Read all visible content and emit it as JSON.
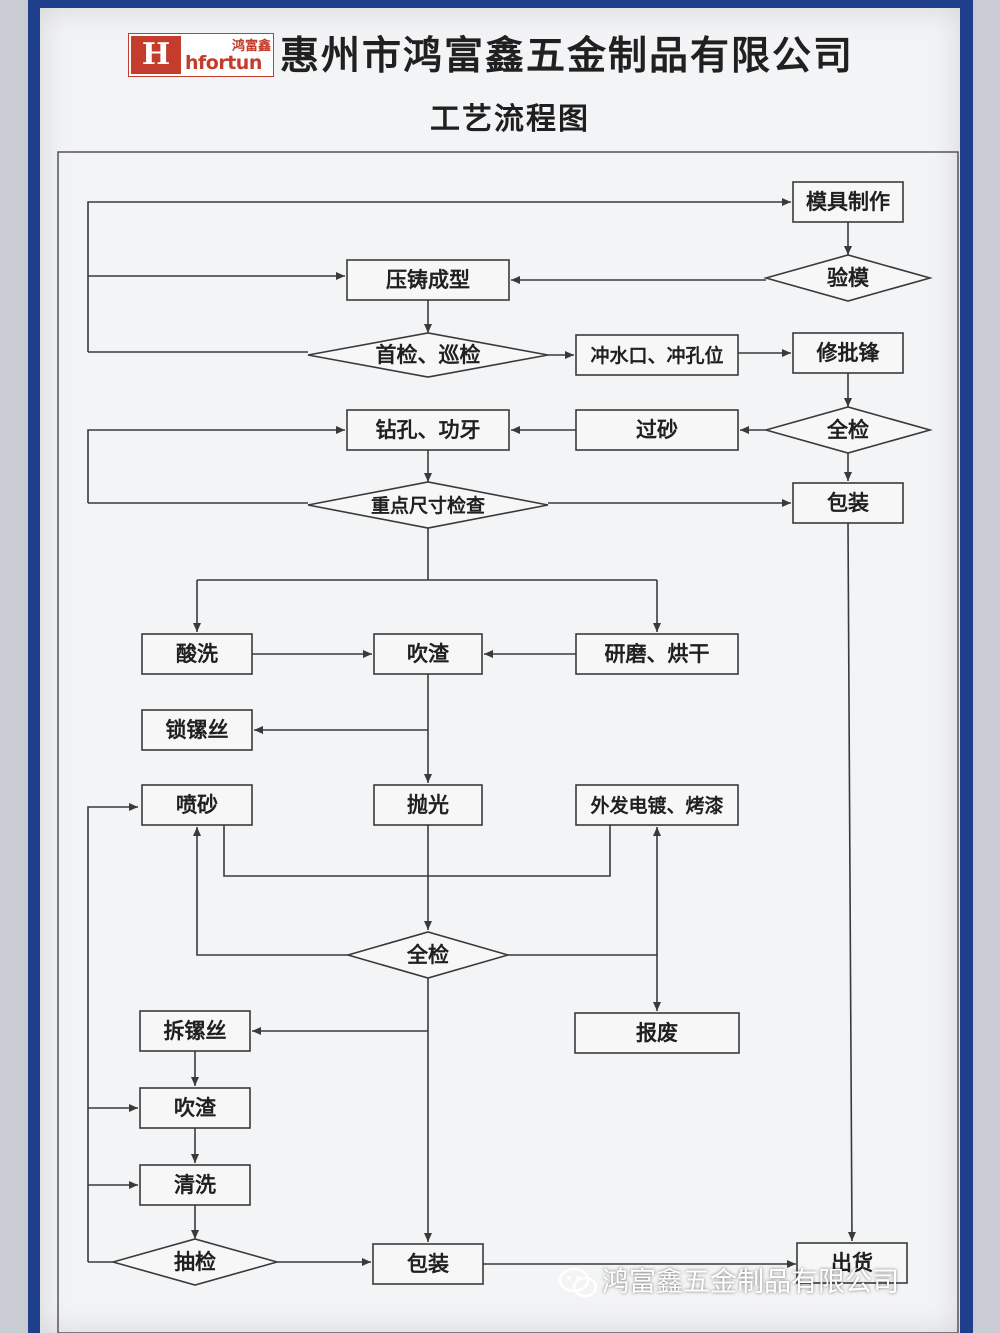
{
  "header": {
    "logo_cn": "鸿富鑫",
    "logo_en": "hfortun",
    "logo_mark": "H",
    "company": "惠州市鸿富鑫五金制品有限公司",
    "title": "工艺流程图"
  },
  "watermark": "鸿富鑫五金制品有限公司",
  "colors": {
    "frame": "#1f3e8c",
    "board": "#f3f4f5",
    "logo": "#c43c2c",
    "line": "#3a3a3a"
  },
  "nodes": [
    {
      "id": "mold_make",
      "label": "模具制作",
      "shape": "rect"
    },
    {
      "id": "mold_check",
      "label": "验模",
      "shape": "diamond"
    },
    {
      "id": "die_cast",
      "label": "压铸成型",
      "shape": "rect"
    },
    {
      "id": "first_check",
      "label": "首检、巡检",
      "shape": "diamond"
    },
    {
      "id": "punch",
      "label": "冲水口、冲孔位",
      "shape": "rect"
    },
    {
      "id": "trim",
      "label": "修批锋",
      "shape": "rect"
    },
    {
      "id": "drill",
      "label": "钻孔、功牙",
      "shape": "rect"
    },
    {
      "id": "sand1",
      "label": "过砂",
      "shape": "rect"
    },
    {
      "id": "full_check1",
      "label": "全检",
      "shape": "diamond"
    },
    {
      "id": "key_dim",
      "label": "重点尺寸检查",
      "shape": "diamond"
    },
    {
      "id": "pack1",
      "label": "包装",
      "shape": "rect"
    },
    {
      "id": "pickle",
      "label": "酸洗",
      "shape": "rect"
    },
    {
      "id": "blow1",
      "label": "吹渣",
      "shape": "rect"
    },
    {
      "id": "grind",
      "label": "研磨、烘干",
      "shape": "rect"
    },
    {
      "id": "lock_screw",
      "label": "锁镙丝",
      "shape": "rect"
    },
    {
      "id": "sandblast",
      "label": "喷砂",
      "shape": "rect"
    },
    {
      "id": "polish",
      "label": "抛光",
      "shape": "rect"
    },
    {
      "id": "plating",
      "label": "外发电镀、烤漆",
      "shape": "rect"
    },
    {
      "id": "full_check2",
      "label": "全检",
      "shape": "diamond"
    },
    {
      "id": "remove_screw",
      "label": "拆镙丝",
      "shape": "rect"
    },
    {
      "id": "scrap",
      "label": "报废",
      "shape": "rect"
    },
    {
      "id": "blow2",
      "label": "吹渣",
      "shape": "rect"
    },
    {
      "id": "wash",
      "label": "清洗",
      "shape": "rect"
    },
    {
      "id": "sample",
      "label": "抽检",
      "shape": "diamond"
    },
    {
      "id": "pack2",
      "label": "包装",
      "shape": "rect"
    },
    {
      "id": "ship",
      "label": "出货",
      "shape": "rect"
    }
  ]
}
